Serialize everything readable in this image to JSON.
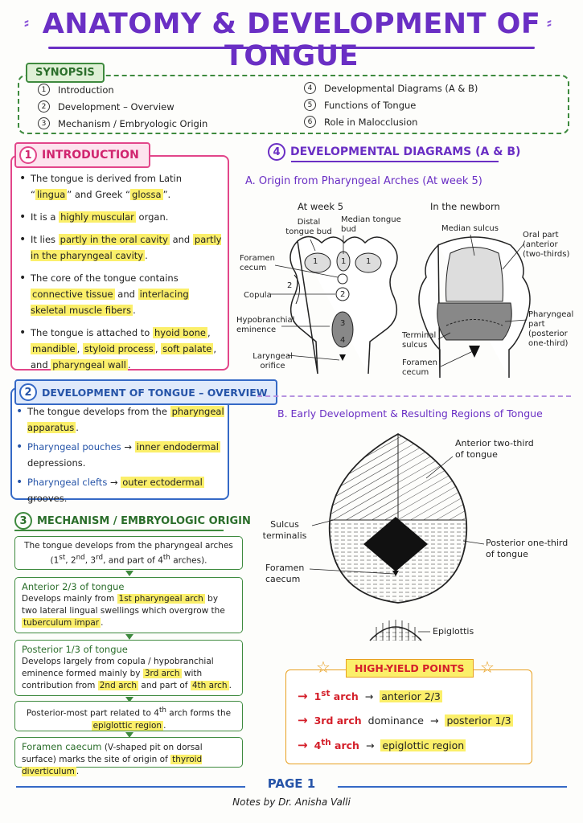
{
  "title": "ANATOMY & DEVELOPMENT OF TONGUE",
  "synopsis": {
    "label": "SYNOPSIS",
    "left": [
      {
        "n": "1",
        "text": "Introduction"
      },
      {
        "n": "2",
        "text": "Development – Overview"
      },
      {
        "n": "3",
        "text": "Mechanism / Embryologic Origin"
      }
    ],
    "right": [
      {
        "n": "4",
        "text": "Developmental Diagrams (A & B)"
      },
      {
        "n": "5",
        "text": "Functions of Tongue"
      },
      {
        "n": "6",
        "text": "Role in Malocclusion"
      }
    ]
  },
  "intro": {
    "num": "1",
    "heading": "INTRODUCTION",
    "b1": {
      "a": "The tongue is derived from Latin “",
      "h1": "lingua",
      "b": "” and Greek “",
      "h2": "glossa",
      "c": "”."
    },
    "b2": {
      "a": "It is a ",
      "h1": "highly muscular",
      "b": " organ."
    },
    "b3": {
      "a": "It lies ",
      "h1": "partly in the oral cavity",
      "b": " and ",
      "h2": "partly in the pharyngeal cavity",
      "c": "."
    },
    "b4": {
      "a": "The core of the tongue contains ",
      "h1": "connective tissue",
      "b": " and ",
      "h2": "interlacing skeletal muscle fibers",
      "c": "."
    },
    "b5": {
      "a": "The tongue is attached to ",
      "h1": "hyoid bone",
      "sep1": ", ",
      "h2": "mandible",
      "sep2": ", ",
      "h3": "styloid process",
      "sep3": ", ",
      "h4": "soft palate",
      "sep4": ", and ",
      "h5": "pharyngeal wall",
      "c": "."
    }
  },
  "development": {
    "num": "2",
    "heading": "DEVELOPMENT OF TONGUE – OVERVIEW",
    "b1": {
      "a": "The tongue develops from the ",
      "h1": "pharyngeal apparatus",
      "c": "."
    },
    "b2": {
      "term": "Pharyngeal pouches",
      "arrow": "→",
      "h1": "inner endodermal",
      "c": "depressions."
    },
    "b3": {
      "term": "Pharyngeal clefts",
      "arrow": "→",
      "h1": "outer ectodermal",
      "c": "grooves."
    }
  },
  "mechanism": {
    "num": "3",
    "heading": "MECHANISM / EMBRYOLOGIC ORIGIN",
    "box1": {
      "a": "The tongue develops from the pharyngeal arches (1",
      "s1": "st",
      "b": ", 2",
      "s2": "nd",
      "c": ", 3",
      "s3": "rd",
      "d": ", and part of 4",
      "s4": "th",
      "e": " arches)."
    },
    "box2": {
      "title": "Anterior 2/3 of tongue",
      "a": "Develops mainly from ",
      "h1": "1st pharyngeal arch",
      "b": " by two lateral lingual swellings which overgrow the ",
      "h2": "tuberculum impar",
      "c": "."
    },
    "box3": {
      "title": "Posterior 1/3 of tongue",
      "a": "Develops largely from copula / hypobranchial eminence formed mainly by ",
      "h1": "3rd arch",
      "b": " with contribution from ",
      "h2": "2nd arch",
      "c": " and part of ",
      "h3": "4th arch",
      "d": "."
    },
    "box4": {
      "a": "Posterior-most part related to 4",
      "s1": "th",
      "b": " arch forms the ",
      "h1": "epiglottic region",
      "c": "."
    },
    "box5": {
      "title": "Foramen caecum",
      "a": " (V-shaped pit on dorsal surface) marks the site of origin of ",
      "h1": "thyroid diverticulum",
      "c": "."
    }
  },
  "diagrams": {
    "num": "4",
    "heading": "DEVELOPMENTAL DIAGRAMS (A & B)",
    "a_title": "A. Origin from Pharyngeal Arches (At week 5)",
    "week5": "At week 5",
    "newborn": "In the newborn",
    "labels_a": {
      "distal": "Distal tongue bud",
      "median": "Median tongue bud",
      "foramen": "Foramen cecum",
      "copula": "Copula",
      "hypo": "Hypobranchial eminence",
      "laryngeal": "Laryngeal orifice",
      "median_sulcus": "Median sulcus",
      "oral_part": "Oral part (anterior (two-thirds)",
      "pharyngeal_part": "Pharyngeal part (posterior one-third)",
      "terminal": "Terminal sulcus",
      "foramen2": "Foramen cecum",
      "n1": "1",
      "n2": "2",
      "n3": "3",
      "n4": "4"
    },
    "b_title": "B. Early Development & Resulting Regions of Tongue",
    "labels_b": {
      "anterior": "Anterior two-third of tongue",
      "sulcus": "Sulcus terminalis",
      "posterior": "Posterior one-third of tongue",
      "foramen": "Foramen caecum",
      "epiglottis": "Epiglottis"
    }
  },
  "high_yield": {
    "label": "HIGH-YIELD POINTS",
    "items": [
      {
        "arrow": "→",
        "a": "1",
        "sup": "st",
        "b": " arch",
        "mid": "",
        "arrow2": "→",
        "h": "anterior 2/3"
      },
      {
        "arrow": "→",
        "a": "3rd arch",
        "sup": "",
        "b": "",
        "mid": "dominance",
        "arrow2": "→",
        "h": "posterior 1/3"
      },
      {
        "arrow": "→",
        "a": "4",
        "sup": "th",
        "b": " arch",
        "mid": "",
        "arrow2": "→",
        "h": "epiglottic region"
      }
    ]
  },
  "footer": {
    "page": "PAGE 1",
    "notes": "Notes by Dr. Anisha Valli"
  },
  "colors": {
    "purple": "#6a2fc4",
    "pink": "#e2468a",
    "blue": "#3569c6",
    "green": "#3e8a3e",
    "highlight": "#fbef6a",
    "red": "#d41f2a",
    "orange": "#e8a020"
  }
}
